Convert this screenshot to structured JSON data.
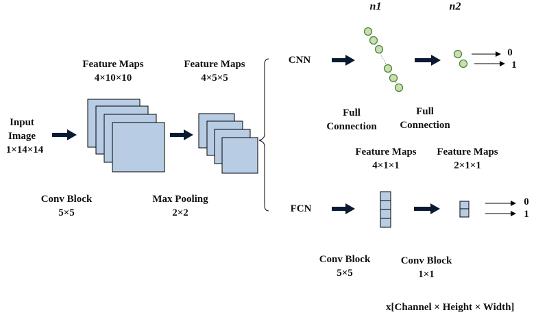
{
  "input": {
    "line1": "Input",
    "line2": "Image",
    "line3": "1×14×14"
  },
  "feature_maps_1": {
    "title": "Feature Maps",
    "dims": "4×10×10"
  },
  "feature_maps_2": {
    "title": "Feature Maps",
    "dims": "4×5×5"
  },
  "conv_block_1": {
    "title": "Conv Block",
    "size": "5×5"
  },
  "max_pooling": {
    "title": "Max Pooling",
    "size": "2×2"
  },
  "cnn_branch": {
    "label": "CNN",
    "n1": {
      "base": "n",
      "sub": "1"
    },
    "n2": {
      "base": "n",
      "sub": "2"
    },
    "full_connection_1": {
      "line1": "Full",
      "line2": "Connection"
    },
    "full_connection_2": {
      "line1": "Full",
      "line2": "Connection"
    },
    "outputs": [
      "0",
      "1"
    ]
  },
  "fcn_branch": {
    "label": "FCN",
    "feature_maps_a": {
      "title": "Feature Maps",
      "dims": "4×1×1"
    },
    "feature_maps_b": {
      "title": "Feature Maps",
      "dims": "2×1×1"
    },
    "conv_block_a": {
      "title": "Conv Block",
      "size": "5×5"
    },
    "conv_block_b": {
      "title": "Conv Block",
      "size": "1×1"
    },
    "outputs": [
      "0",
      "1"
    ]
  },
  "legend": "x[Channel × Height × Width]",
  "colors": {
    "fill": "#b8cce4",
    "stroke": "#000000",
    "node": "#c6e0b4",
    "node_stroke": "#548235",
    "arrow": "#0a1a33"
  }
}
